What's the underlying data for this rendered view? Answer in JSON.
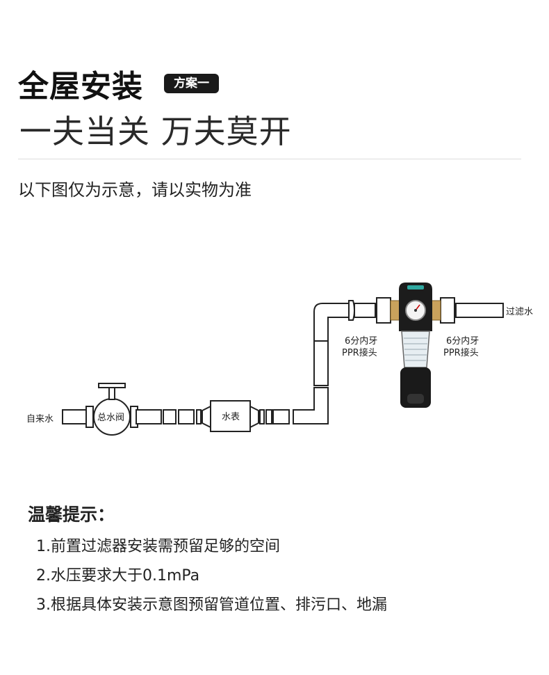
{
  "header": {
    "title": "全屋安装",
    "badge": "方案一",
    "slogan": "一夫当关 万夫莫开",
    "note": "以下图仅为示意，请以实物为准"
  },
  "diagram": {
    "inlet_label": "自来水",
    "main_valve_label": "总水阀",
    "meter_label": "水表",
    "outlet_label": "过滤水",
    "left_connector_label": [
      "6分内牙",
      "PPR接头"
    ],
    "right_connector_label": [
      "6分内牙",
      "PPR接头"
    ]
  },
  "tips": {
    "title": "温馨提示：",
    "items": [
      "1.前置过滤器安装需预留足够的空间",
      "2.水压要求大于0.1mPa",
      "3.根据具体安装示意图预留管道位置、排污口、地漏"
    ]
  },
  "colors": {
    "pipe_stroke": "#222222",
    "filter_body": "#1c1c1c",
    "brass": "#c9a25c",
    "accent": "#2fa8a0"
  }
}
